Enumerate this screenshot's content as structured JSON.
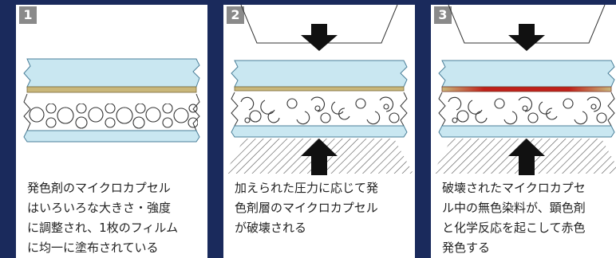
{
  "steps": [
    {
      "number": "1",
      "caption_lines": [
        "発色剤のマイクロカプセル",
        "はいろいろな大きさ・強度",
        "に調整され、1枚のフィルム",
        "に均一に塗布されている"
      ]
    },
    {
      "number": "2",
      "caption_lines": [
        "加えられた圧力に応じて発",
        "色剤層のマイクロカプセル",
        "が破壊される"
      ]
    },
    {
      "number": "3",
      "caption_lines": [
        "破壊されたマイクロカプセ",
        "ル中の無色染料が、顕色剤",
        "と化学反応を起こして赤色",
        "発色する"
      ]
    }
  ],
  "colors": {
    "background": "#1a2a5c",
    "film_blue": "#c9e7f1",
    "developer_layer": "#c9b77a",
    "red_reaction": "#c0201a",
    "arrow": "#111111",
    "badge": "#8a8a8a"
  },
  "icons": [
    "down-pressure-arrow",
    "up-pressure-arrow",
    "hatched-plate",
    "capsule-bubbles"
  ]
}
